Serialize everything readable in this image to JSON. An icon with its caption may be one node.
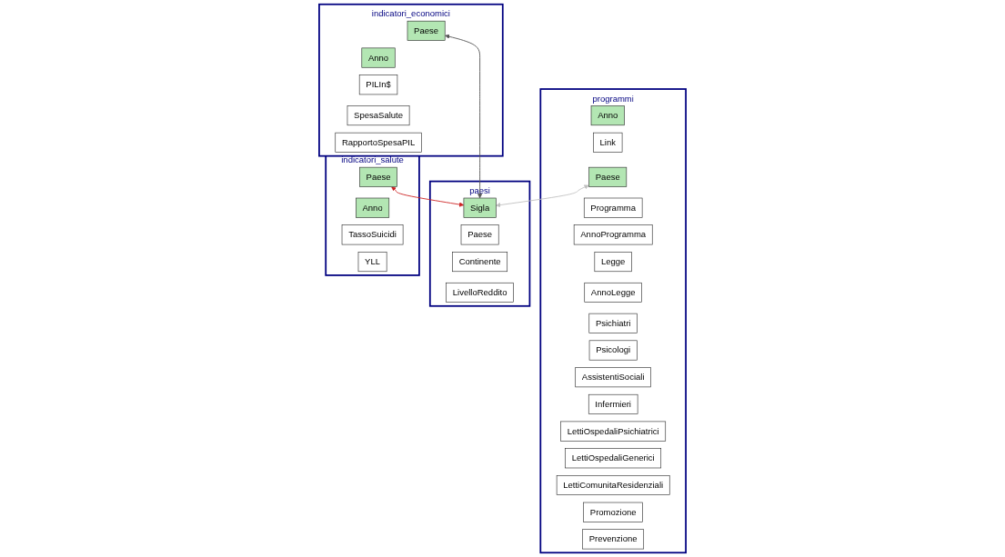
{
  "diagram": {
    "nodes": [
      {
        "text": [
          "indicatori_economici"
        ]
      },
      {
        "text": [
          "Paese"
        ],
        "in": 0
      },
      {
        "text": [
          "Anno"
        ],
        "in": 0
      },
      {
        "text": [
          "PILIn$"
        ],
        "in": 0
      },
      {
        "text": [
          "SpesaSalute"
        ],
        "in": 0
      },
      {
        "text": [
          "RapportoSpesaPIL"
        ],
        "in": 0
      },
      {
        "text": [
          "indicatori_salute"
        ]
      },
      {
        "text": [
          "Paese"
        ],
        "in": 6
      },
      {
        "text": [
          "Anno"
        ],
        "in": 6
      },
      {
        "text": [
          "TassoSuicidi"
        ],
        "in": 6
      },
      {
        "text": [
          "YLL"
        ],
        "in": 6
      },
      {
        "text": [
          "paesi"
        ]
      },
      {
        "text": [
          "Sigla"
        ],
        "in": 11
      },
      {
        "text": [
          "Paese"
        ],
        "in": 11
      },
      {
        "text": [
          "Continente"
        ],
        "in": 11
      },
      {
        "text": [
          "LivelloReddito"
        ],
        "in": 11
      },
      {
        "text": [
          "programmi"
        ]
      },
      {
        "text": [
          "Anno"
        ],
        "in": 16
      },
      {
        "text": [
          "Link"
        ],
        "in": 16
      },
      {
        "text": [
          "Paese"
        ],
        "in": 16
      },
      {
        "text": [
          "Programma"
        ],
        "in": 16
      },
      {
        "text": [
          "AnnoProgramma"
        ],
        "in": 16
      },
      {
        "text": [
          "Legge"
        ],
        "in": 16
      },
      {
        "text": [
          "AnnoLegge"
        ],
        "in": 16
      },
      {
        "text": [
          "Psichiatri"
        ],
        "in": 16
      },
      {
        "text": [
          "Psicologi"
        ],
        "in": 16
      },
      {
        "text": [
          "AssistentiSociali"
        ],
        "in": 16
      },
      {
        "text": [
          "Infermieri"
        ],
        "in": 16
      },
      {
        "text": [
          "LettiOspedaliPsichiatrici"
        ],
        "in": 16
      },
      {
        "text": [
          "LettiOspedaliGenerici"
        ],
        "in": 16
      },
      {
        "text": [
          "LettiComunitaResidenziali"
        ],
        "in": 16
      },
      {
        "text": [
          "Promozione"
        ],
        "in": 16
      },
      {
        "text": [
          "Prevenzione"
        ],
        "in": 16
      }
    ],
    "edges": [
      {
        "from": 1,
        "to": 12,
        "arrow": "both",
        "color": "#555555"
      },
      {
        "from": 7,
        "to": 12,
        "arrow": "both",
        "color": "#cc2222"
      },
      {
        "from": 19,
        "to": 12,
        "arrow": "both",
        "color": "#c0c0c0"
      }
    ]
  }
}
